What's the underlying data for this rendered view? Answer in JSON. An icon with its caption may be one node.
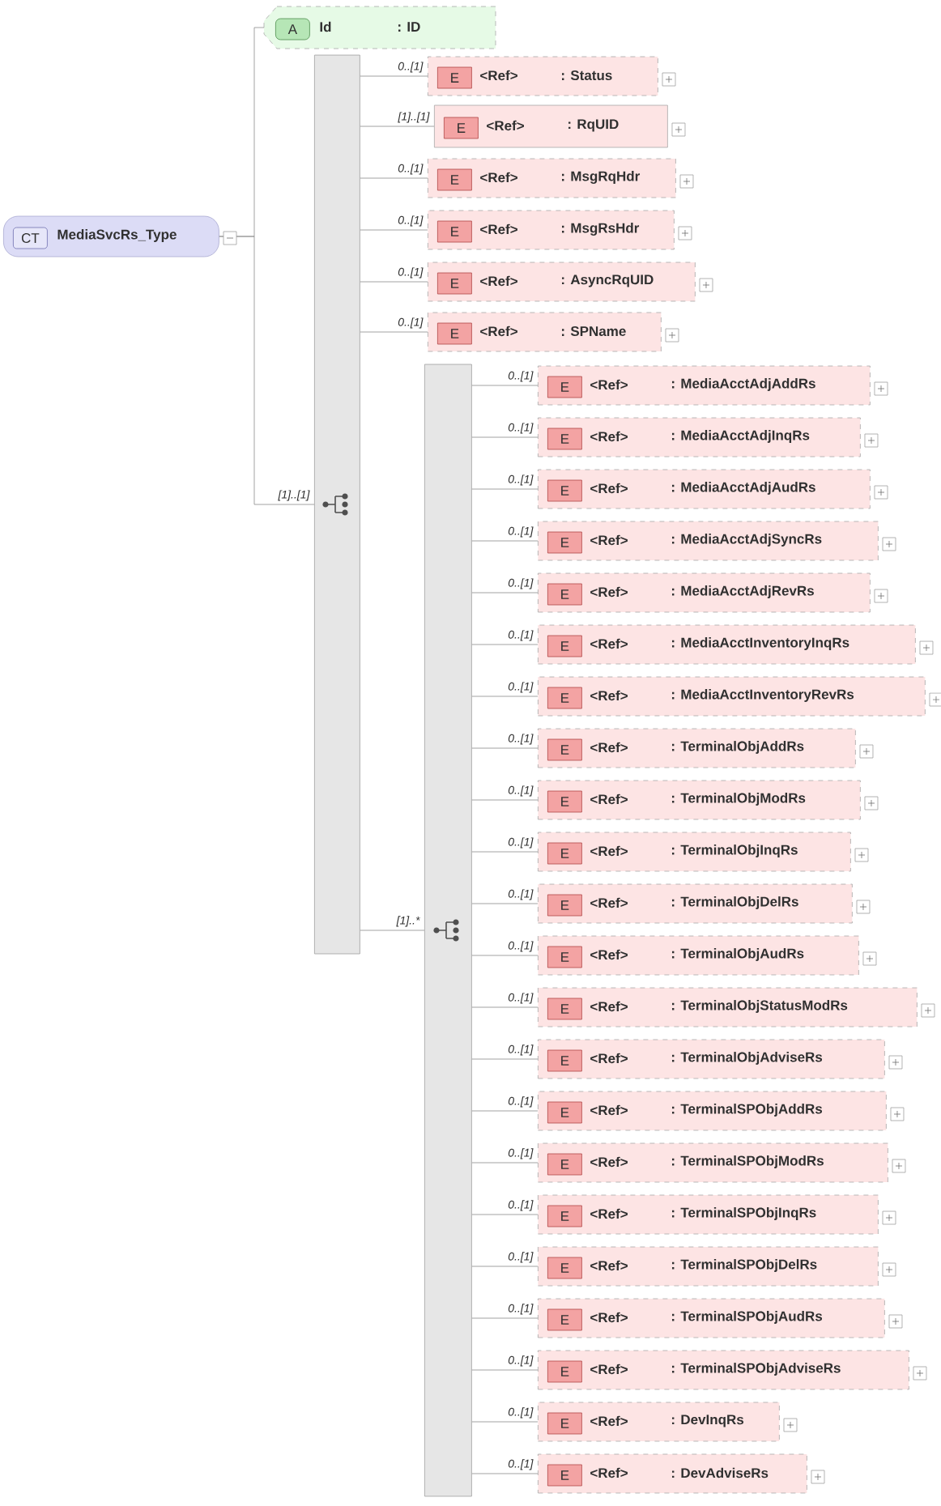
{
  "diagram": {
    "nodes": [
      {
        "text": [
          "CT",
          "MediaSvcRs_Type"
        ]
      },
      {
        "text": [
          "A",
          "Id",
          ": ID"
        ]
      },
      {
        "text": [],
        "shape": "bar"
      },
      {
        "text": [
          "E",
          "<Ref>",
          ": Status"
        ]
      },
      {
        "text": [
          "E",
          "<Ref>",
          ": RqUID"
        ]
      },
      {
        "text": [
          "E",
          "<Ref>",
          ": MsgRqHdr"
        ]
      },
      {
        "text": [
          "E",
          "<Ref>",
          ": MsgRsHdr"
        ]
      },
      {
        "text": [
          "E",
          "<Ref>",
          ": AsyncRqUID"
        ]
      },
      {
        "text": [
          "E",
          "<Ref>",
          ": SPName"
        ]
      },
      {
        "text": [],
        "shape": "bar"
      },
      {
        "text": [
          "E",
          "<Ref>",
          ": MediaAcctAdjAddRs"
        ]
      },
      {
        "text": [
          "E",
          "<Ref>",
          ": MediaAcctAdjInqRs"
        ]
      },
      {
        "text": [
          "E",
          "<Ref>",
          ": MediaAcctAdjAudRs"
        ]
      },
      {
        "text": [
          "E",
          "<Ref>",
          ": MediaAcctAdjSyncRs"
        ]
      },
      {
        "text": [
          "E",
          "<Ref>",
          ": MediaAcctAdjRevRs"
        ]
      },
      {
        "text": [
          "E",
          "<Ref>",
          ": MediaAcctInventoryInqRs"
        ]
      },
      {
        "text": [
          "E",
          "<Ref>",
          ": MediaAcctInventoryRevRs"
        ]
      },
      {
        "text": [
          "E",
          "<Ref>",
          ": TerminalObjAddRs"
        ]
      },
      {
        "text": [
          "E",
          "<Ref>",
          ": TerminalObjModRs"
        ]
      },
      {
        "text": [
          "E",
          "<Ref>",
          ": TerminalObjInqRs"
        ]
      },
      {
        "text": [
          "E",
          "<Ref>",
          ": TerminalObjDelRs"
        ]
      },
      {
        "text": [
          "E",
          "<Ref>",
          ": TerminalObjAudRs"
        ]
      },
      {
        "text": [
          "E",
          "<Ref>",
          ": TerminalObjStatusModRs"
        ]
      },
      {
        "text": [
          "E",
          "<Ref>",
          ": TerminalObjAdviseRs"
        ]
      },
      {
        "text": [
          "E",
          "<Ref>",
          ": TerminalSPObjAddRs"
        ]
      },
      {
        "text": [
          "E",
          "<Ref>",
          ": TerminalSPObjModRs"
        ]
      },
      {
        "text": [
          "E",
          "<Ref>",
          ": TerminalSPObjInqRs"
        ]
      },
      {
        "text": [
          "E",
          "<Ref>",
          ": TerminalSPObjDelRs"
        ]
      },
      {
        "text": [
          "E",
          "<Ref>",
          ": TerminalSPObjAudRs"
        ]
      },
      {
        "text": [
          "E",
          "<Ref>",
          ": TerminalSPObjAdviseRs"
        ]
      },
      {
        "text": [
          "E",
          "<Ref>",
          ": DevInqRs"
        ]
      },
      {
        "text": [
          "E",
          "<Ref>",
          ": DevAdviseRs"
        ]
      }
    ],
    "edges": [
      {
        "from": 0,
        "to": 1,
        "arrow": "none"
      },
      {
        "from": 0,
        "to": 2,
        "arrow": "none",
        "label": "[1]..[1]"
      },
      {
        "from": 2,
        "to": 3,
        "arrow": "none",
        "label": "0..[1]"
      },
      {
        "from": 2,
        "to": 4,
        "arrow": "none",
        "label": "[1]..[1]"
      },
      {
        "from": 2,
        "to": 5,
        "arrow": "none",
        "label": "0..[1]"
      },
      {
        "from": 2,
        "to": 6,
        "arrow": "none",
        "label": "0..[1]"
      },
      {
        "from": 2,
        "to": 7,
        "arrow": "none",
        "label": "0..[1]"
      },
      {
        "from": 2,
        "to": 8,
        "arrow": "none",
        "label": "0..[1]"
      },
      {
        "from": 2,
        "to": 9,
        "arrow": "none",
        "label": "[1]..*"
      },
      {
        "from": 9,
        "to": 10,
        "arrow": "none",
        "label": "0..[1]"
      },
      {
        "from": 9,
        "to": 11,
        "arrow": "none",
        "label": "0..[1]"
      },
      {
        "from": 9,
        "to": 12,
        "arrow": "none",
        "label": "0..[1]"
      },
      {
        "from": 9,
        "to": 13,
        "arrow": "none",
        "label": "0..[1]"
      },
      {
        "from": 9,
        "to": 14,
        "arrow": "none",
        "label": "0..[1]"
      },
      {
        "from": 9,
        "to": 15,
        "arrow": "none",
        "label": "0..[1]"
      },
      {
        "from": 9,
        "to": 16,
        "arrow": "none",
        "label": "0..[1]"
      },
      {
        "from": 9,
        "to": 17,
        "arrow": "none",
        "label": "0..[1]"
      },
      {
        "from": 9,
        "to": 18,
        "arrow": "none",
        "label": "0..[1]"
      },
      {
        "from": 9,
        "to": 19,
        "arrow": "none",
        "label": "0..[1]"
      },
      {
        "from": 9,
        "to": 20,
        "arrow": "none",
        "label": "0..[1]"
      },
      {
        "from": 9,
        "to": 21,
        "arrow": "none",
        "label": "0..[1]"
      },
      {
        "from": 9,
        "to": 22,
        "arrow": "none",
        "label": "0..[1]"
      },
      {
        "from": 9,
        "to": 23,
        "arrow": "none",
        "label": "0..[1]"
      },
      {
        "from": 9,
        "to": 24,
        "arrow": "none",
        "label": "0..[1]"
      },
      {
        "from": 9,
        "to": 25,
        "arrow": "none",
        "label": "0..[1]"
      },
      {
        "from": 9,
        "to": 26,
        "arrow": "none",
        "label": "0..[1]"
      },
      {
        "from": 9,
        "to": 27,
        "arrow": "none",
        "label": "0..[1]"
      },
      {
        "from": 9,
        "to": 28,
        "arrow": "none",
        "label": "0..[1]"
      },
      {
        "from": 9,
        "to": 29,
        "arrow": "none",
        "label": "0..[1]"
      },
      {
        "from": 9,
        "to": 30,
        "arrow": "none",
        "label": "0..[1]"
      },
      {
        "from": 9,
        "to": 31,
        "arrow": "none",
        "label": "0..[1]"
      }
    ]
  }
}
